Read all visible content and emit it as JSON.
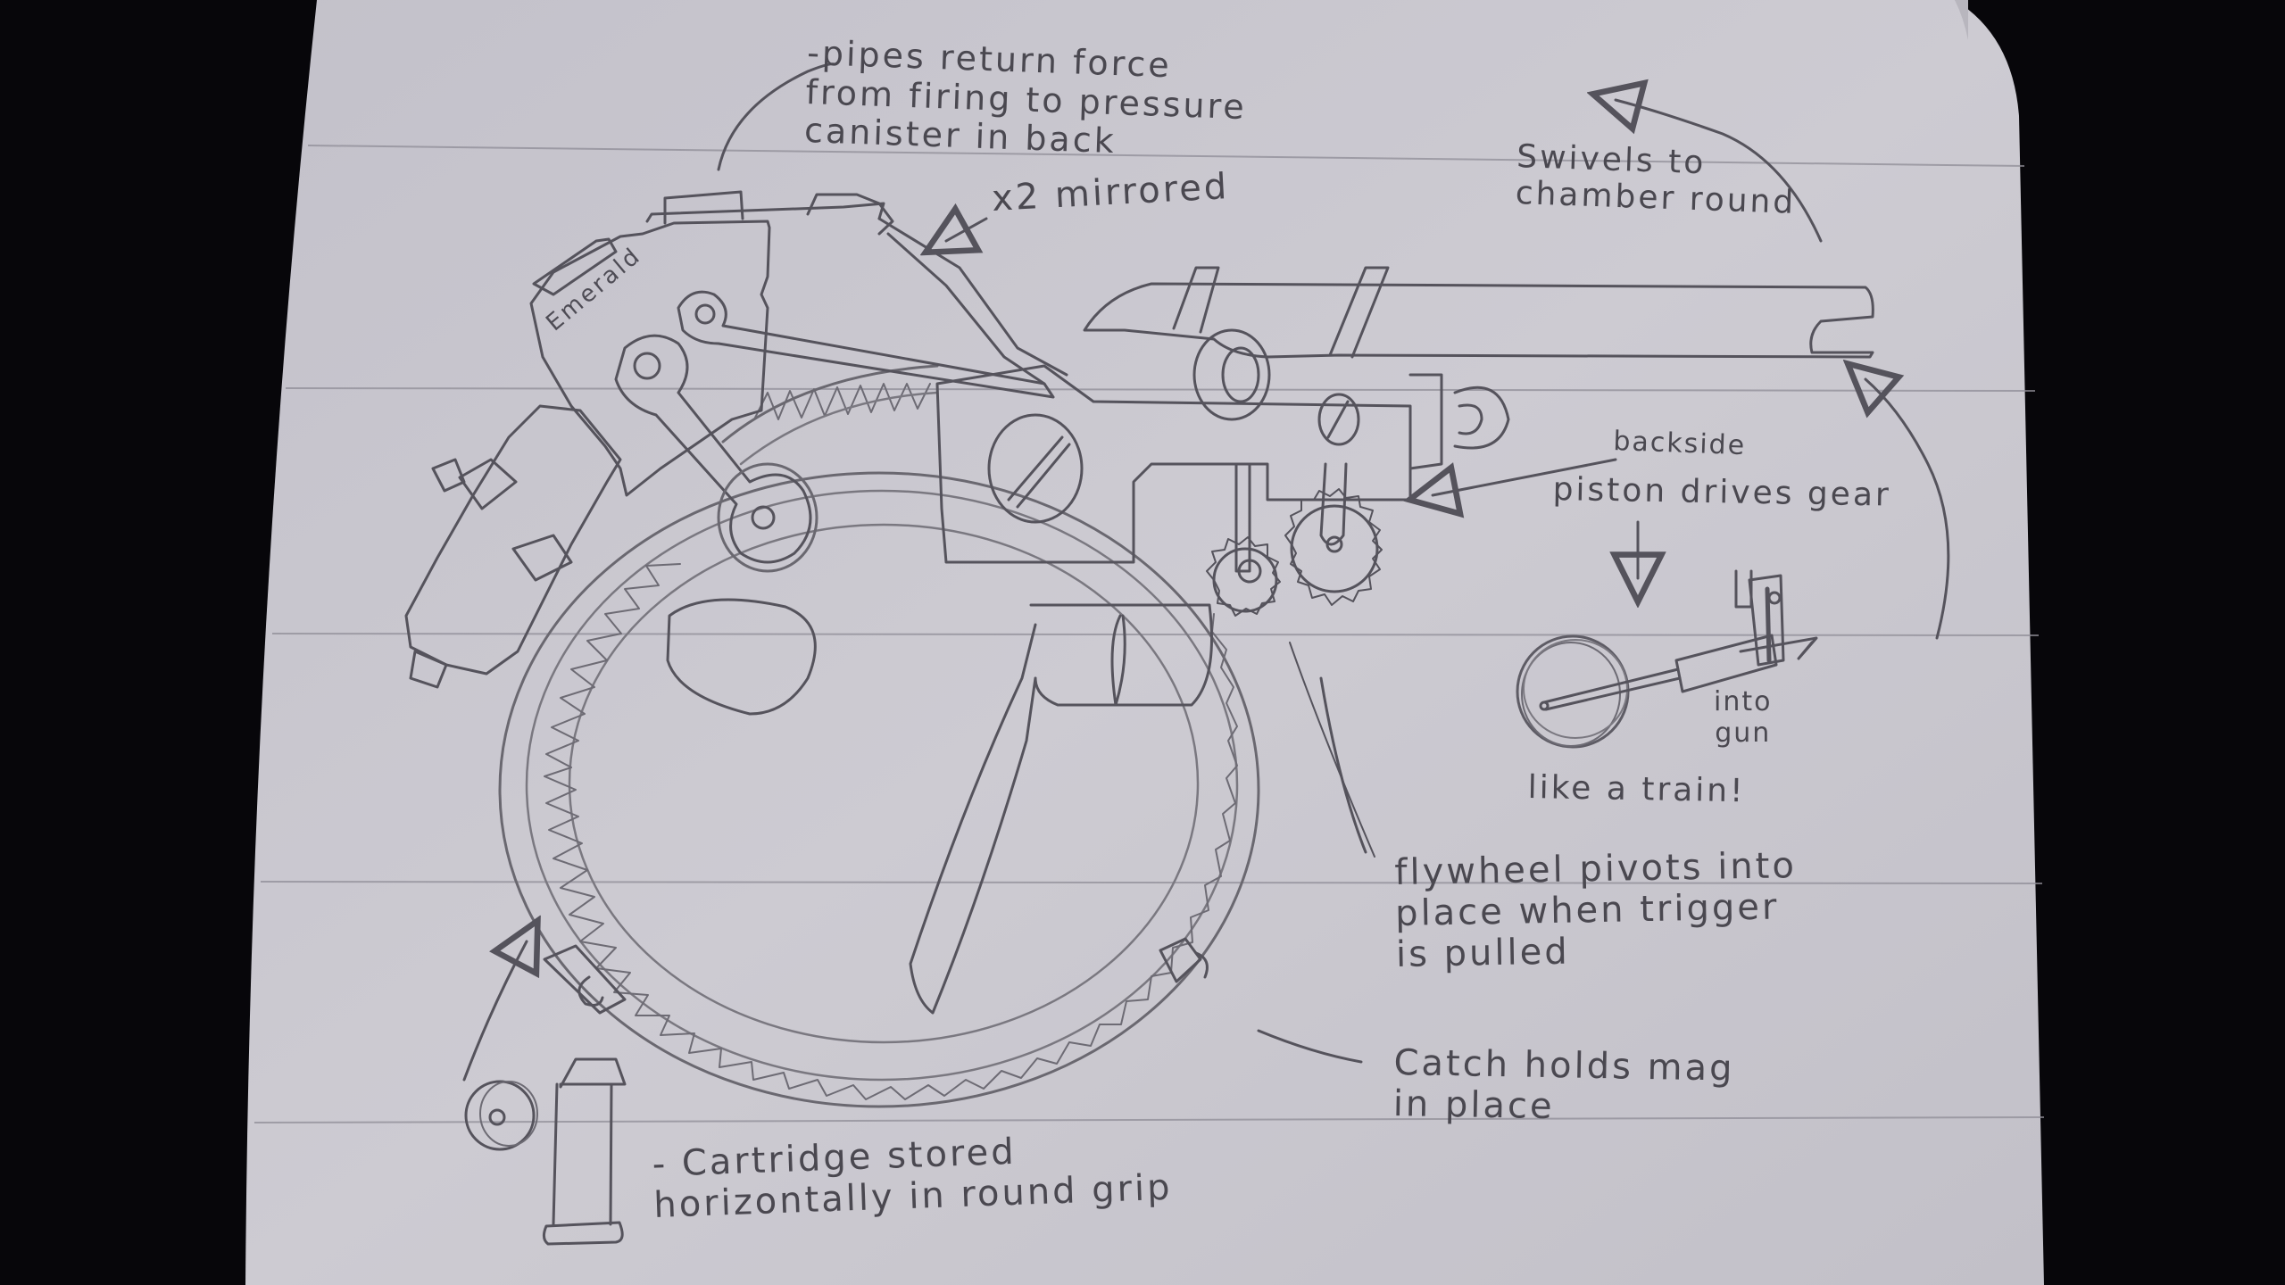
{
  "sketch": {
    "subject": "pencil concept sketch of a ring-magazine gun on lined notebook paper",
    "colors": {
      "background": "#07060a",
      "paper": "#c9c7cf",
      "paper_shade": "#b6b4bd",
      "ruled_line": "#8e8c96",
      "pencil": "#55535c",
      "pencil_light": "#8a8891"
    },
    "annotations": {
      "pipes": "-pipes return force\nfrom firing to pressure\ncanister in back",
      "mirrored": "x2 mirrored",
      "swivels": "Swivels to\nchamber round",
      "emerald": "Emerald",
      "backside": "backside",
      "piston": "piston drives gear",
      "into_gun": "into\ngun",
      "like_train": "like a train!",
      "flywheel": "flywheel pivots into\nplace when trigger\nis pulled",
      "catch": "Catch holds mag\nin place",
      "cartridge": "- Cartridge stored\nhorizontally in round grip"
    }
  }
}
